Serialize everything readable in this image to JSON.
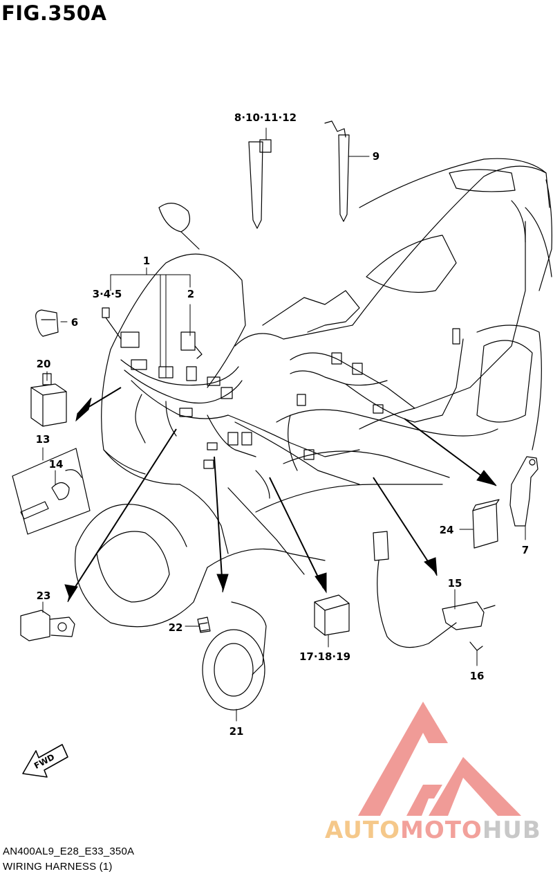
{
  "figure": {
    "title": "FIG.350A",
    "model_code": "AN400AL9_E28_E33_350A",
    "section_name": "WIRING HARNESS (1)",
    "direction_label": "FWD"
  },
  "callouts": [
    {
      "id": "c1",
      "label": "1"
    },
    {
      "id": "c345",
      "label": "3·4·5"
    },
    {
      "id": "c2",
      "label": "2"
    },
    {
      "id": "c6",
      "label": "6"
    },
    {
      "id": "c20",
      "label": "20"
    },
    {
      "id": "c13",
      "label": "13"
    },
    {
      "id": "c14",
      "label": "14"
    },
    {
      "id": "c23",
      "label": "23"
    },
    {
      "id": "c22",
      "label": "22"
    },
    {
      "id": "c21",
      "label": "21"
    },
    {
      "id": "c8101112",
      "label": "8·10·11·12"
    },
    {
      "id": "c9",
      "label": "9"
    },
    {
      "id": "c24",
      "label": "24"
    },
    {
      "id": "c7",
      "label": "7"
    },
    {
      "id": "c15",
      "label": "15"
    },
    {
      "id": "c16",
      "label": "16"
    },
    {
      "id": "c171819",
      "label": "17·18·19"
    }
  ],
  "watermark": {
    "part_a": "AUTO",
    "part_b": "MOTO",
    "part_c": "HUB",
    "colors": {
      "auto": "#f5c88a",
      "moto": "#f2a19b",
      "hub": "#c8c8c8",
      "logo": "#ee8a85"
    }
  }
}
